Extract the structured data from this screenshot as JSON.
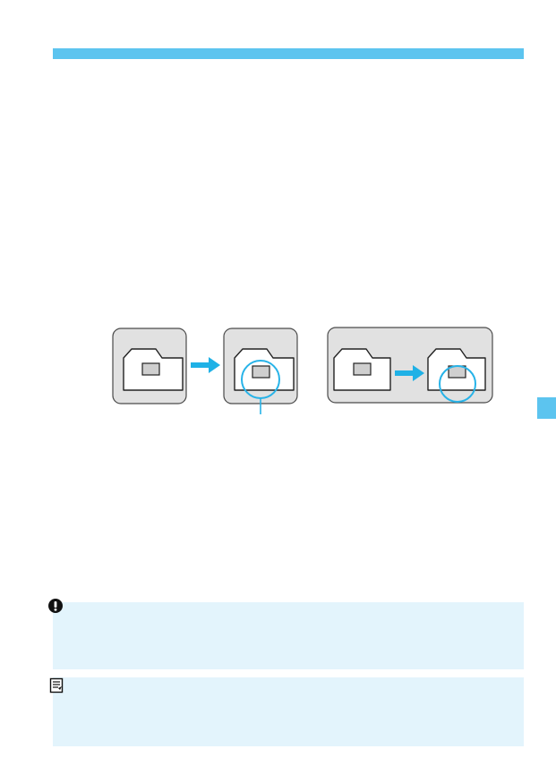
{
  "colors": {
    "accent_bar": "#5cc4ef",
    "side_tab": "#5cc4ef",
    "note_background": "#e3f4fc",
    "arrow": "#1fb1e6",
    "highlight_circle": "#27b3e8",
    "panel_fill": "#e1e1e1",
    "panel_stroke": "#4a4a4a",
    "folder_fill": "#ffffff",
    "folder_stroke": "#222222",
    "inner_rect_fill": "#cfcfcf"
  },
  "header": {
    "accent_bar": "section-color-bar"
  },
  "side_tab": {
    "icon": "chapter-index-tab"
  },
  "diagram": {
    "left_group": {
      "panels": [
        "folder-before",
        "folder-after"
      ],
      "arrow": "arrow-right",
      "highlight": "circle-highlight",
      "pointer_line": "callout-line"
    },
    "right_group": {
      "panels": [
        "folder-before",
        "folder-after"
      ],
      "arrow": "arrow-right",
      "highlight": "circle-highlight"
    }
  },
  "notes": [
    {
      "kind": "caution",
      "icon": "caution-icon",
      "text": ""
    },
    {
      "kind": "memo",
      "icon": "memo-icon",
      "text": ""
    }
  ]
}
